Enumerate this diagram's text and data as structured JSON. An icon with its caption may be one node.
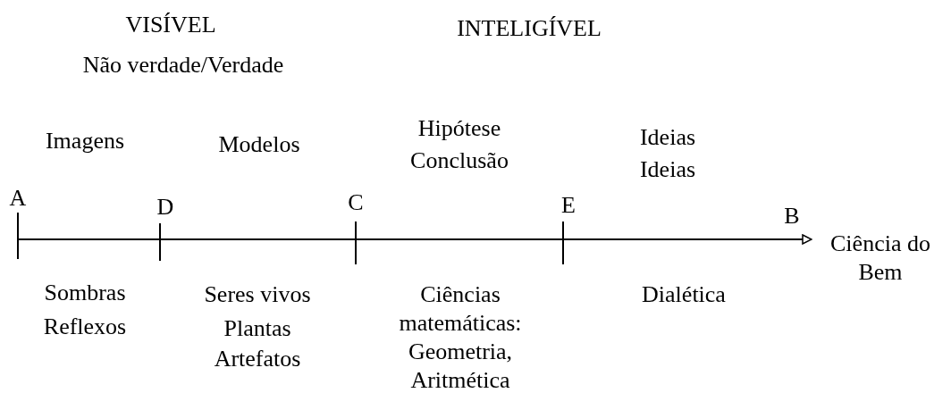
{
  "diagram": {
    "nodes": [
      {
        "text": [
          "A"
        ]
      },
      {
        "text": [
          "Ciência do Bem"
        ]
      }
    ],
    "edges": [
      {
        "from": 0,
        "to": 1,
        "arrow": "to"
      }
    ],
    "labels": [
      "VISÍVEL",
      "INTELIGÍVEL",
      "Não verdade/Verdade",
      "Imagens",
      "Modelos",
      "Hipótese",
      "Ideias",
      "Conclusão",
      "Ideias",
      "D",
      "C",
      "E",
      "B",
      "Sombras",
      "Seres vivos",
      "Ciências matemáticas: Geometria, Aritmética",
      "Dialética",
      "Reflexos",
      "Plantas",
      "Artefatos"
    ]
  }
}
